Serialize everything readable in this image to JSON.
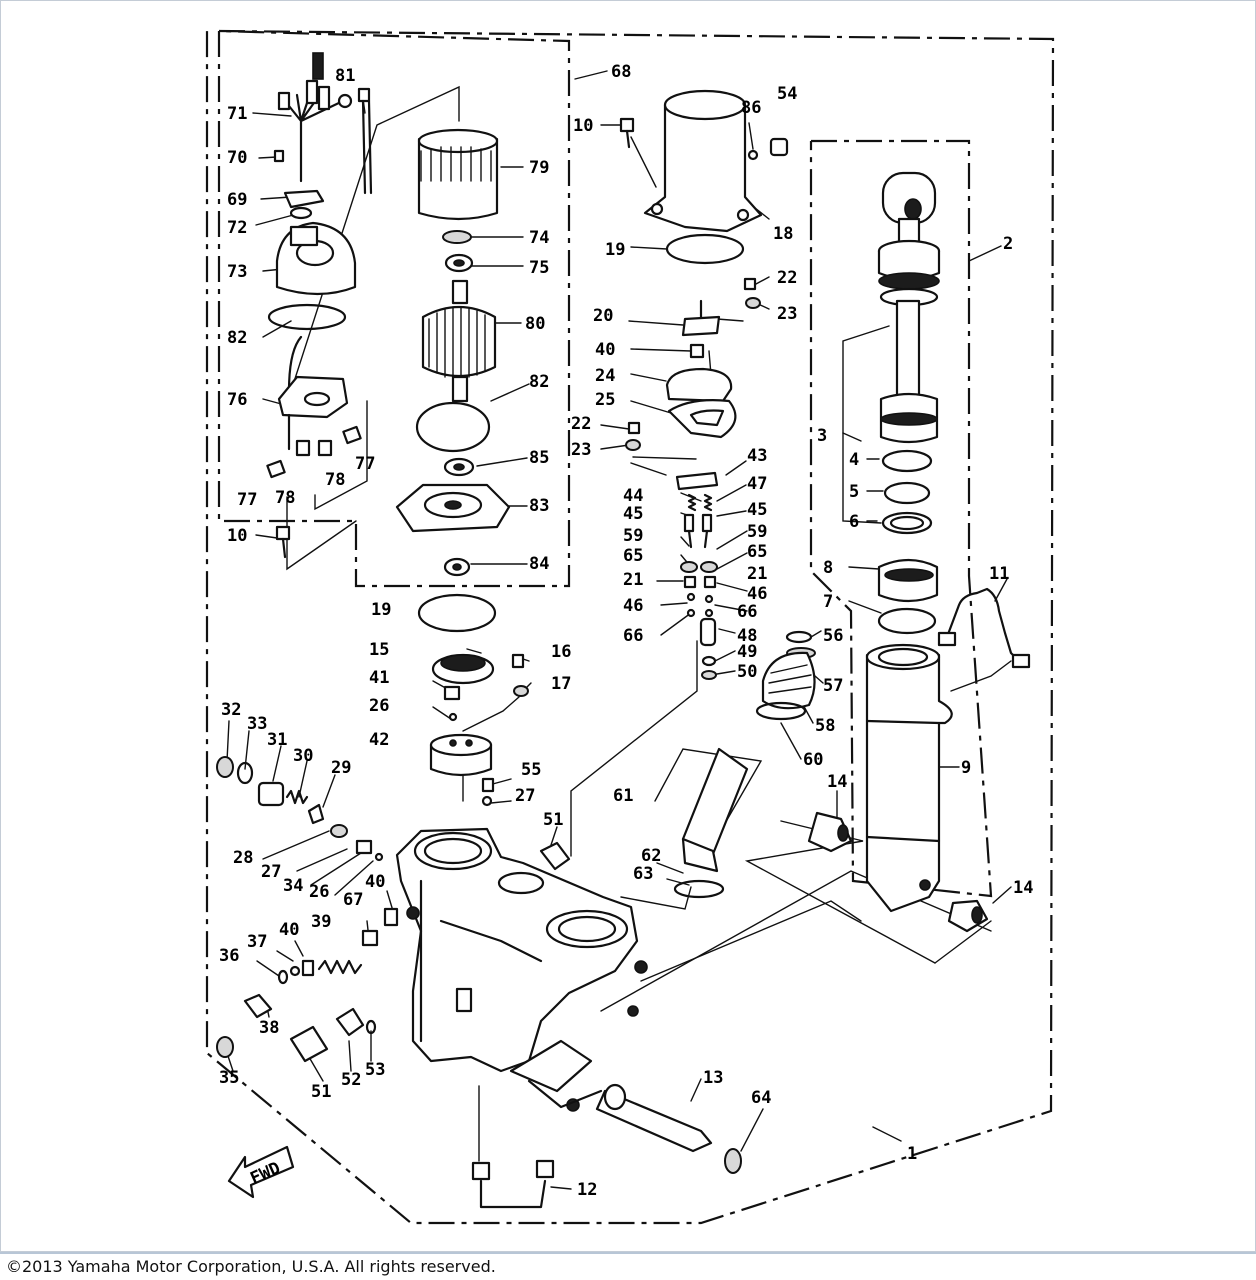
{
  "diagram": {
    "callouts": {
      "p1": "1",
      "p2": "2",
      "p3": "3",
      "p4": "4",
      "p5": "5",
      "p6": "6",
      "p7": "7",
      "p8": "8",
      "p9": "9",
      "p10": "10",
      "p10b": "10",
      "p11": "11",
      "p12": "12",
      "p13": "13",
      "p14": "14",
      "p14b": "14",
      "p15": "15",
      "p16": "16",
      "p17": "17",
      "p18": "18",
      "p19": "19",
      "p19b": "19",
      "p20": "20",
      "p21": "21",
      "p21b": "21",
      "p22": "22",
      "p22b": "22",
      "p23": "23",
      "p23b": "23",
      "p24": "24",
      "p25": "25",
      "p26": "26",
      "p26b": "26",
      "p27": "27",
      "p27b": "27",
      "p28": "28",
      "p29": "29",
      "p30": "30",
      "p31": "31",
      "p32": "32",
      "p33": "33",
      "p34": "34",
      "p35": "35",
      "p36": "36",
      "p37": "37",
      "p38": "38",
      "p39": "39",
      "p40": "40",
      "p40b": "40",
      "p40c": "40",
      "p41": "41",
      "p42": "42",
      "p43": "43",
      "p44": "44",
      "p45": "45",
      "p45b": "45",
      "p46": "46",
      "p46b": "46",
      "p47": "47",
      "p48": "48",
      "p49": "49",
      "p50": "50",
      "p51": "51",
      "p51b": "51",
      "p52": "52",
      "p53": "53",
      "p54": "54",
      "p55": "55",
      "p56": "56",
      "p57": "57",
      "p58": "58",
      "p59": "59",
      "p59b": "59",
      "p60": "60",
      "p61": "61",
      "p62": "62",
      "p63": "63",
      "p64": "64",
      "p65": "65",
      "p65b": "65",
      "p66": "66",
      "p66b": "66",
      "p67": "67",
      "p68": "68",
      "p69": "69",
      "p70": "70",
      "p71": "71",
      "p72": "72",
      "p73": "73",
      "p74": "74",
      "p75": "75",
      "p76": "76",
      "p77": "77",
      "p77b": "77",
      "p78": "78",
      "p78b": "78",
      "p79": "79",
      "p80": "80",
      "p81": "81",
      "p82": "82",
      "p82b": "82",
      "p83": "83",
      "p84": "84",
      "p85": "85",
      "p86": "86"
    },
    "fwd_label": "FWD"
  },
  "footer": {
    "copyright": "©2013 Yamaha Motor Corporation, U.S.A. All rights reserved."
  }
}
